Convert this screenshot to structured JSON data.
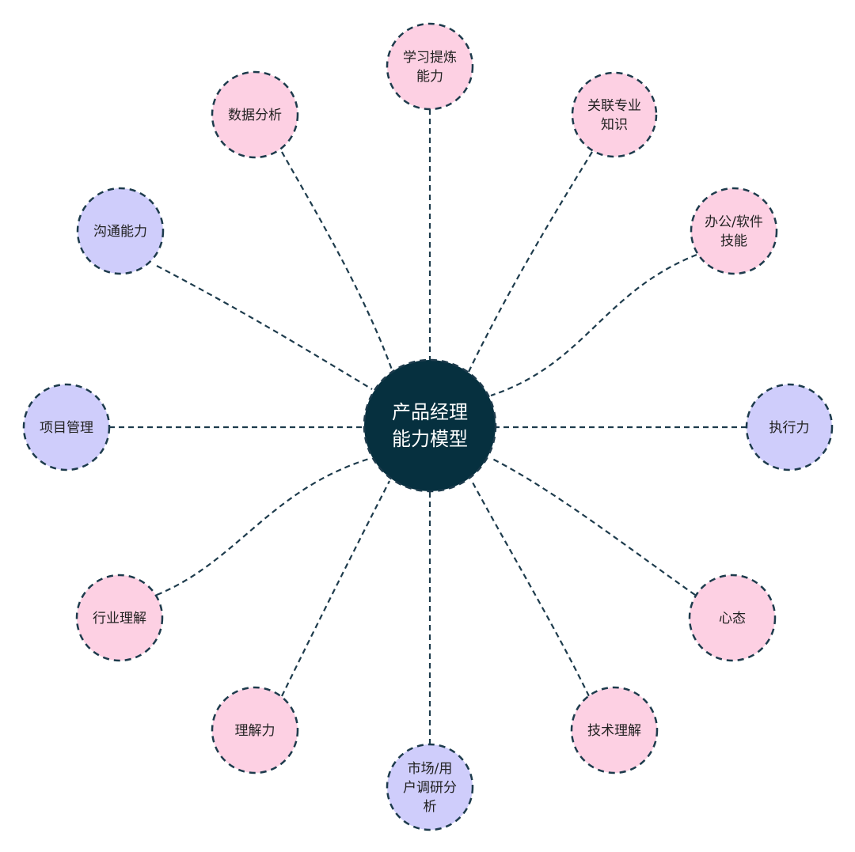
{
  "center": {
    "lines": [
      "产品经理",
      "能力模型"
    ],
    "fill": "#06303f"
  },
  "colors": {
    "pink": "#fdd0e3",
    "purple": "#cfcdfb",
    "border": "#1d3b4c"
  },
  "nodes": [
    {
      "id": "learning",
      "lines": [
        "学习提炼",
        "能力"
      ],
      "color": "pink"
    },
    {
      "id": "related-knowledge",
      "lines": [
        "关联专业",
        "知识"
      ],
      "color": "pink"
    },
    {
      "id": "office-software",
      "lines": [
        "办公/软件",
        "技能"
      ],
      "color": "pink"
    },
    {
      "id": "execution",
      "lines": [
        "执行力"
      ],
      "color": "purple"
    },
    {
      "id": "mindset",
      "lines": [
        "心态"
      ],
      "color": "pink"
    },
    {
      "id": "tech-understanding",
      "lines": [
        "技术理解"
      ],
      "color": "pink"
    },
    {
      "id": "market-research",
      "lines": [
        "市场/用",
        "户调研分",
        "析"
      ],
      "color": "purple"
    },
    {
      "id": "comprehension",
      "lines": [
        "理解力"
      ],
      "color": "pink"
    },
    {
      "id": "industry-understanding",
      "lines": [
        "行业理解"
      ],
      "color": "pink"
    },
    {
      "id": "project-management",
      "lines": [
        "项目管理"
      ],
      "color": "purple"
    },
    {
      "id": "communication",
      "lines": [
        "沟通能力"
      ],
      "color": "purple"
    },
    {
      "id": "data-analysis",
      "lines": [
        "数据分析"
      ],
      "color": "pink"
    }
  ]
}
